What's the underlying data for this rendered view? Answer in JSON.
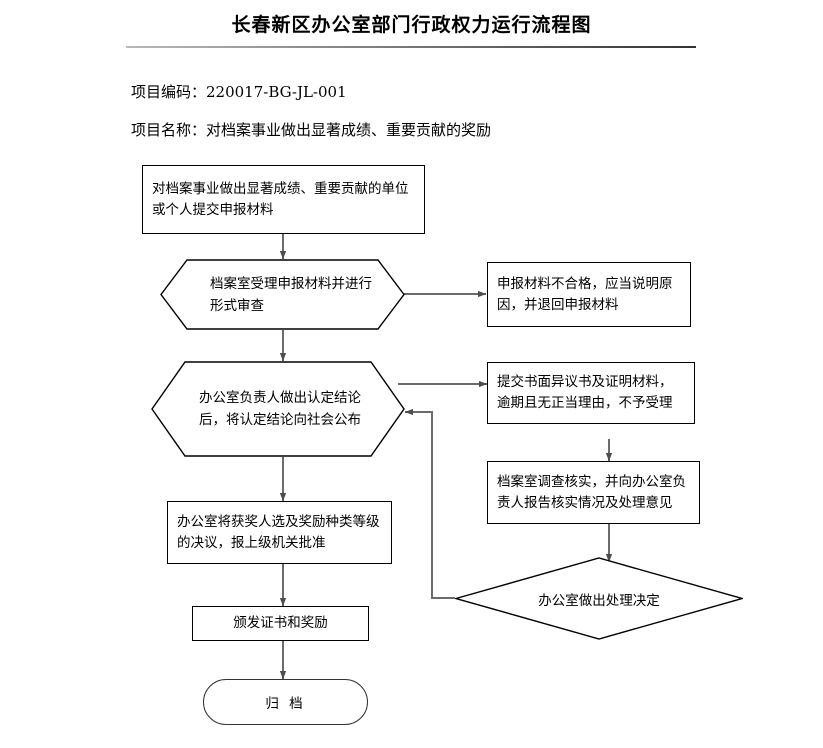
{
  "header": {
    "title": "长春新区办公室部门行政权力运行流程图",
    "project_code_label": "项目编码：",
    "project_code_value": "220017-BG-JL-001",
    "project_name_label": "项目名称：",
    "project_name_value": "对档案事业做出显著成绩、重要贡献的奖励",
    "project_code_line": "项目编码：220017-BG-JL-001",
    "project_name_line": "项目名称：对档案事业做出显著成绩、重要贡献的奖励"
  },
  "flowchart": {
    "type": "flowchart",
    "nodes": [
      {
        "id": "n1",
        "shape": "rect",
        "text": "对档案事业做出显著成绩、重要贡献的单位或个人提交申报材料"
      },
      {
        "id": "n2",
        "shape": "hexagon",
        "text": "档案室受理申报材料并进行形式审查"
      },
      {
        "id": "n3",
        "shape": "rect",
        "text": "申报材料不合格，应当说明原因，并退回申报材料"
      },
      {
        "id": "n4",
        "shape": "hexagon",
        "text": "办公室负责人做出认定结论后，将认定结论向社会公布"
      },
      {
        "id": "n5",
        "shape": "rect",
        "text": "提交书面异议书及证明材料，逾期且无正当理由，不予受理"
      },
      {
        "id": "n6",
        "shape": "rect",
        "text": "档案室调查核实，并向办公室负责人报告核实情况及处理意见"
      },
      {
        "id": "n7",
        "shape": "rect",
        "text": "办公室将获奖人选及奖励种类等级的决议，报上级机关批准"
      },
      {
        "id": "n8",
        "shape": "diamond",
        "text": "办公室做出处理决定"
      },
      {
        "id": "n9",
        "shape": "rect",
        "text": "颁发证书和奖励"
      },
      {
        "id": "n10",
        "shape": "terminal",
        "text": "归 档"
      }
    ],
    "edges": [
      {
        "from": "n1",
        "to": "n2",
        "label": ""
      },
      {
        "from": "n2",
        "to": "n3",
        "label": ""
      },
      {
        "from": "n2",
        "to": "n4",
        "label": ""
      },
      {
        "from": "n4",
        "to": "n5",
        "label": ""
      },
      {
        "from": "n4",
        "to": "n7",
        "label": ""
      },
      {
        "from": "n5",
        "to": "n6",
        "label": ""
      },
      {
        "from": "n6",
        "to": "n8",
        "label": ""
      },
      {
        "from": "n8",
        "to": "n4",
        "label": ""
      },
      {
        "from": "n7",
        "to": "n9",
        "label": ""
      },
      {
        "from": "n9",
        "to": "n10",
        "label": ""
      }
    ]
  },
  "colors": {
    "background": "#ffffff",
    "node_stroke": "#000000",
    "connector": "#5a5a5a",
    "text": "#000000",
    "rule_dark": "#333333",
    "rule_light": "#b9b9b9"
  }
}
